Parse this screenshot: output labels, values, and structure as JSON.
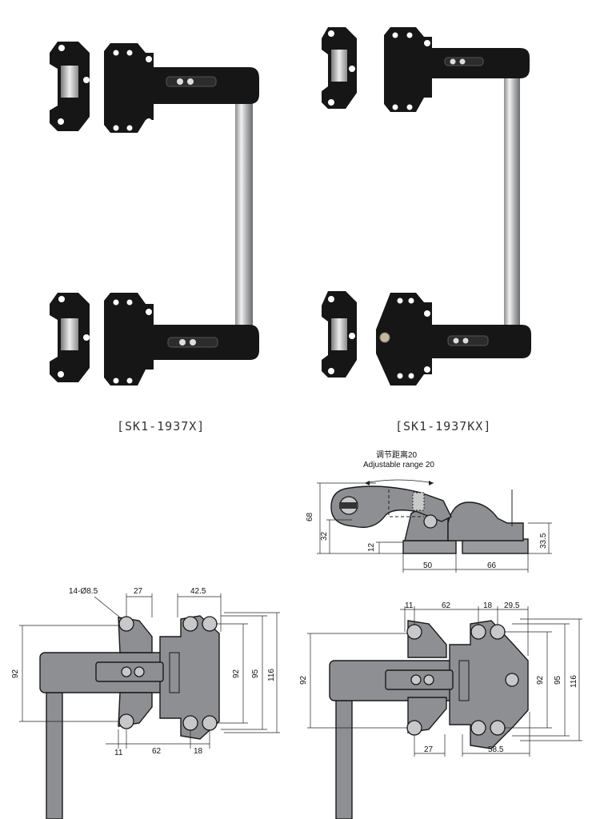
{
  "products": [
    {
      "model": "[SK1-1937X]"
    },
    {
      "model": "[SK1-1937KX]"
    }
  ],
  "side_view": {
    "label_cn": "调节距离20",
    "label_en": "Adjustable range 20",
    "dims": {
      "h68": "68",
      "h32": "32",
      "h12": "12",
      "h33_5": "33.5",
      "w50": "50",
      "w66": "66"
    }
  },
  "left_drawing": {
    "holes": "14-Ø8.5",
    "dims": {
      "top27": "27",
      "top42_5": "42.5",
      "left92": "92",
      "in92": "92",
      "in95": "95",
      "out116": "116",
      "b11": "11",
      "b62": "62",
      "b18": "18"
    }
  },
  "right_drawing": {
    "dims": {
      "t11": "11",
      "t62": "62",
      "t18": "18",
      "t29_5": "29.5",
      "left92": "92",
      "in92": "92",
      "in95": "95",
      "out116": "116",
      "b27": "27",
      "b58_5": "58.5"
    }
  },
  "colors": {
    "handle_black": "#161616",
    "chrome": "#c9cacc",
    "drawing_gray": "#8e8f92"
  }
}
